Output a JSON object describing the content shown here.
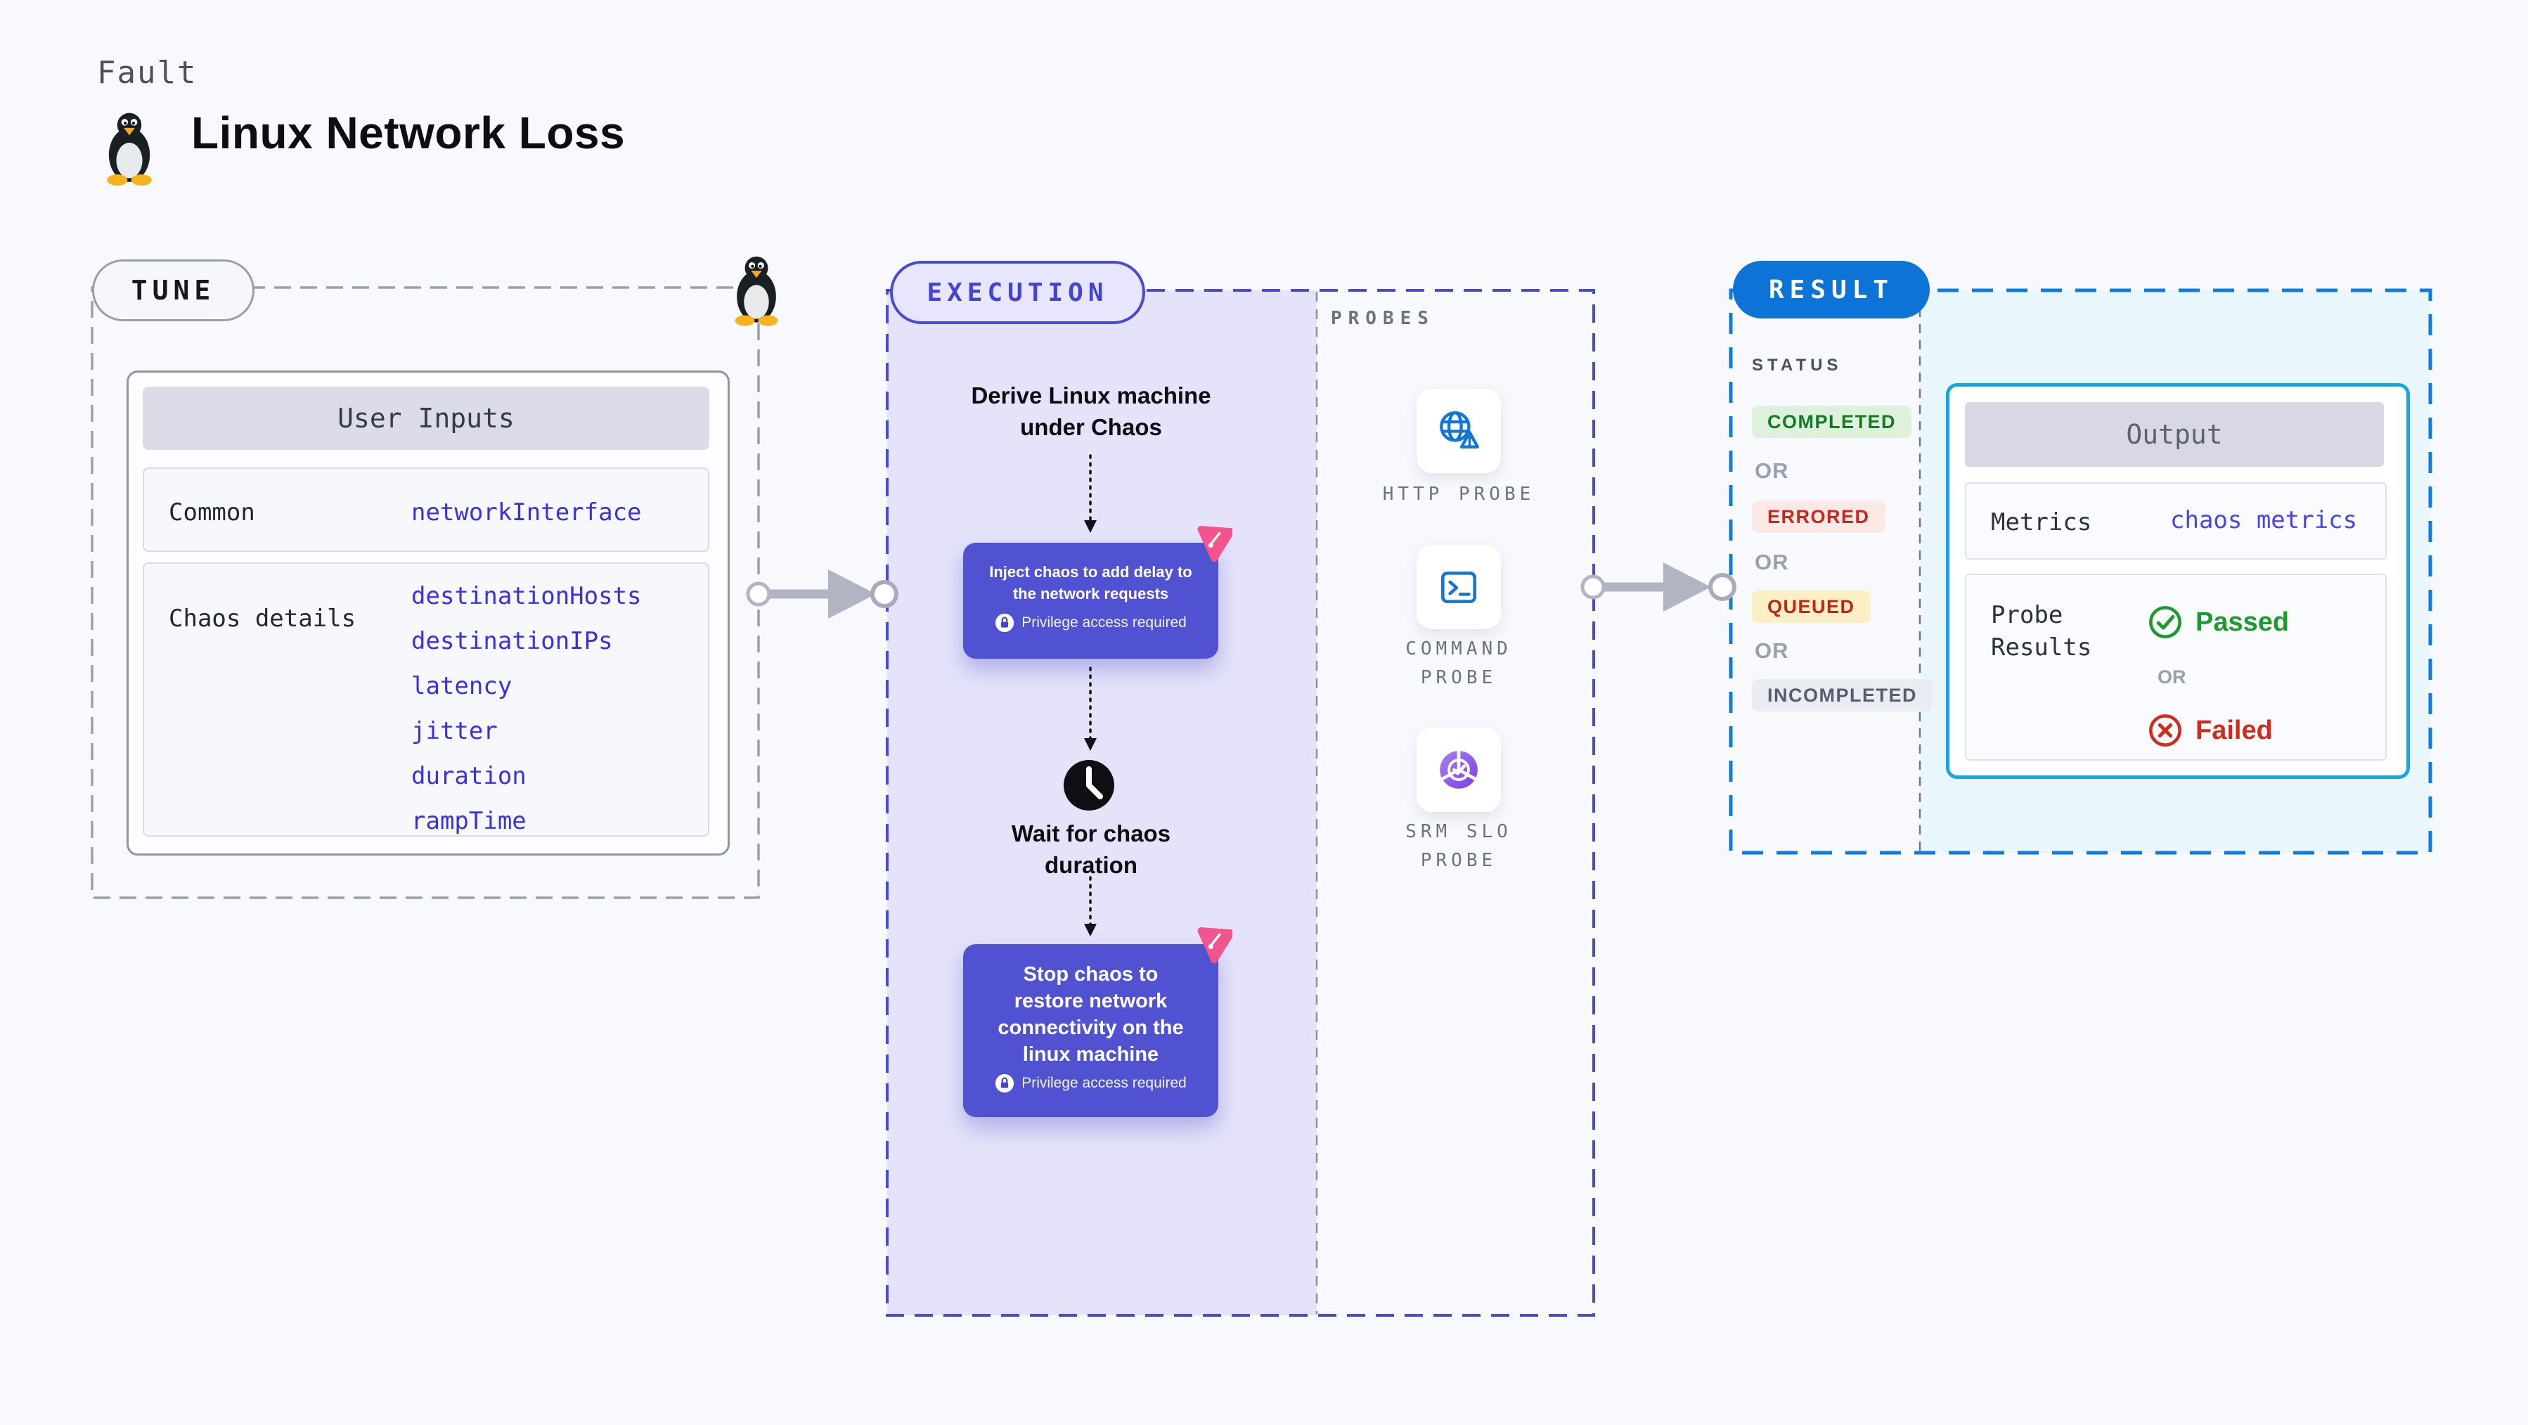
{
  "page": {
    "eyebrow": "Fault",
    "title": "Linux Network Loss",
    "background": "#f7f9fd"
  },
  "tune": {
    "pill": "TUNE",
    "user_inputs": {
      "title": "User Inputs",
      "rows": [
        {
          "label": "Common",
          "values": [
            "networkInterface"
          ]
        },
        {
          "label": "Chaos details",
          "values": [
            "destinationHosts",
            "destinationIPs",
            "latency",
            "jitter",
            "duration",
            "rampTime"
          ]
        }
      ]
    }
  },
  "execution": {
    "pill": "EXECUTION",
    "privilege": "Privilege access required",
    "derive": [
      "Derive Linux machine",
      "under Chaos"
    ],
    "inject": [
      "Inject chaos to add delay to",
      "the network requests"
    ],
    "wait": [
      "Wait for chaos",
      "duration"
    ],
    "stop": [
      "Stop chaos to",
      "restore network",
      "connectivity on the",
      "linux machine"
    ]
  },
  "probes": {
    "title": "PROBES",
    "items": [
      {
        "icon": "http-probe-icon",
        "label1": "HTTP PROBE",
        "label2": ""
      },
      {
        "icon": "command-probe-icon",
        "label1": "COMMAND",
        "label2": "PROBE"
      },
      {
        "icon": "srm-slo-probe-icon",
        "label1": "SRM SLO",
        "label2": "PROBE"
      }
    ]
  },
  "result": {
    "pill": "RESULT",
    "status_title": "STATUS",
    "or": "OR",
    "statuses": [
      {
        "label": "COMPLETED",
        "fg": "#157a24",
        "bg": "#ddf1dd"
      },
      {
        "label": "ERRORED",
        "fg": "#c5281c",
        "bg": "#fbe9e6"
      },
      {
        "label": "QUEUED",
        "fg": "#c02616",
        "bg": "#fbefc6"
      },
      {
        "label": "INCOMPLETED",
        "fg": "#565d6d",
        "bg": "#eaecf3"
      }
    ],
    "output": {
      "title": "Output",
      "metrics_label": "Metrics",
      "metrics_value": "chaos metrics",
      "probe_results_label1": "Probe",
      "probe_results_label2": "Results",
      "passed": "Passed",
      "failed": "Failed"
    }
  },
  "colors": {
    "execution_accent": "#4a4ad6",
    "execution_fill": "#e4e3fa",
    "node_fill": "#5152d1",
    "result_accent": "#0f7bda",
    "result_fill": "#e9f6fc",
    "probe_icon_blue": "#1176d4",
    "srm_purple": "#7b3fe4",
    "chaos_pink": "#f2558d",
    "arrow_grey": "#b2b4c3",
    "passed_green": "#1d9a2d",
    "failed_red": "#d02b1d"
  }
}
